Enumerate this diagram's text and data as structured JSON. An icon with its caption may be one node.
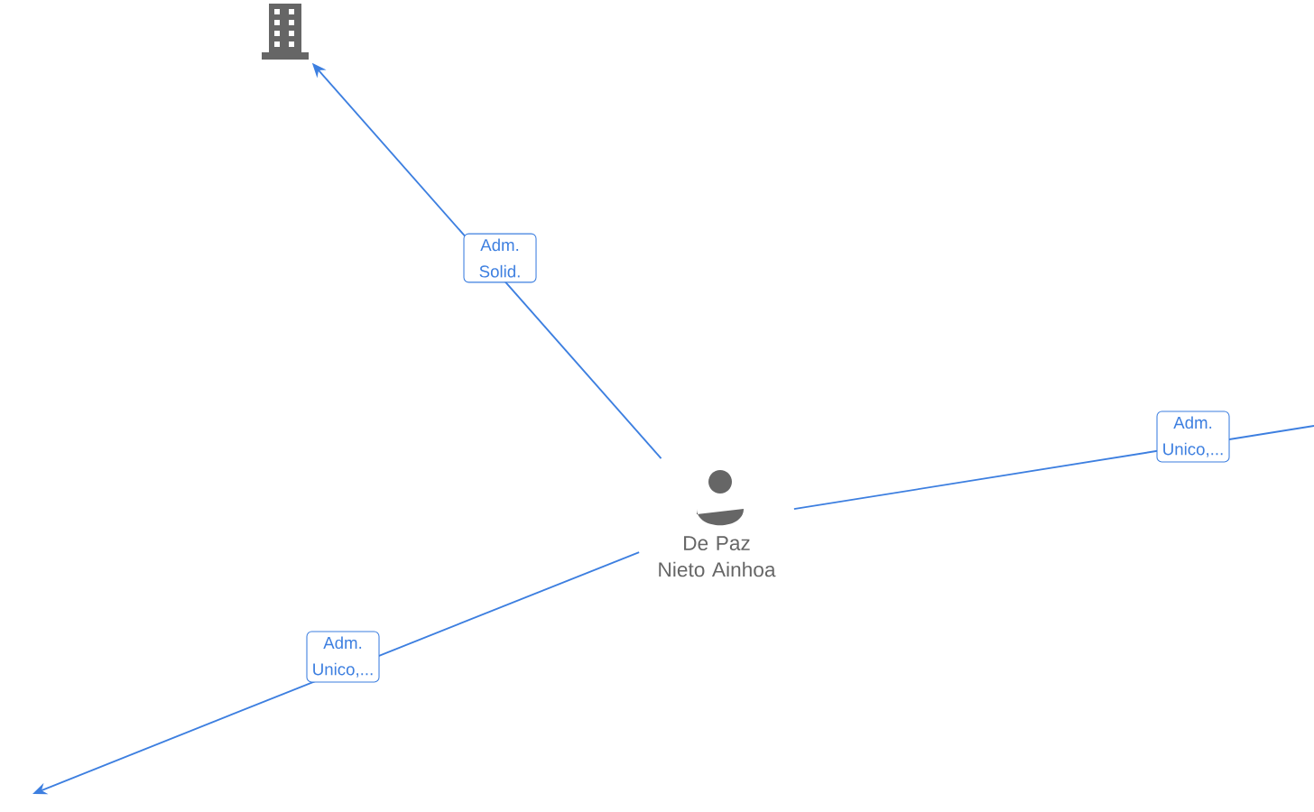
{
  "diagram": {
    "nodes": [
      {
        "text": [
          "De Paz Nieto Ainhoa"
        ]
      },
      {
        "text": [],
        "shape": "building"
      }
    ],
    "edges": [
      {
        "from": 0,
        "to": 1,
        "arrow": "to",
        "label": "Adm. Solid."
      },
      {
        "from": 0,
        "to": null,
        "arrow": "none",
        "label": "Adm. Unico,..."
      },
      {
        "from": 0,
        "to": null,
        "arrow": "to",
        "label": "Adm. Unico,..."
      }
    ]
  }
}
